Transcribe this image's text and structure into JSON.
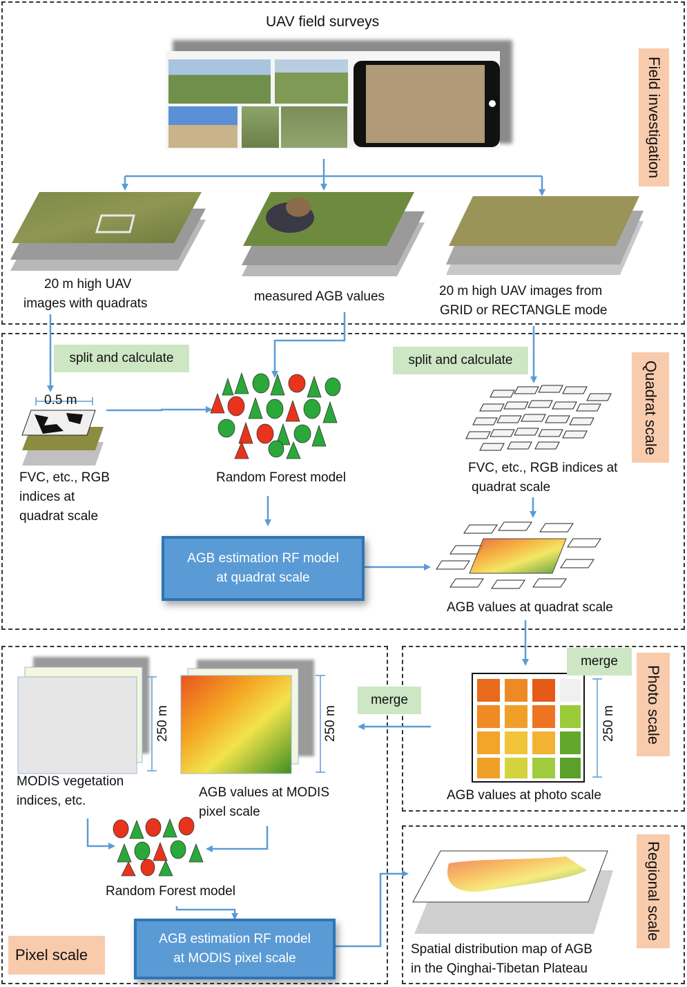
{
  "title": "UAV field surveys",
  "panels": {
    "field_investigation": "Field investigation",
    "quadrat_scale": "Quadrat scale",
    "photo_scale": "Photo scale",
    "regional_scale": "Regional scale",
    "pixel_scale": "Pixel scale"
  },
  "layers": {
    "uav_quadrats_line1": "20 m  high UAV",
    "uav_quadrats_line2": "images with quadrats",
    "measured_agb": "measured AGB values",
    "uav_grid_line1": "20 m high UAV images from",
    "uav_grid_line2": "GRID or RECTANGLE mode"
  },
  "steps": {
    "split_left": "split and calculate",
    "split_right": "split and calculate",
    "merge_photo": "merge",
    "merge_pixel": "merge"
  },
  "quadrat": {
    "scale_bar": "0.5 m",
    "fvc_left_line1": "FVC, etc., RGB",
    "fvc_left_line2": "indices at",
    "fvc_left_line3": "quadrat scale",
    "rf_model": "Random Forest model",
    "fvc_right_line1": "FVC, etc., RGB indices at",
    "fvc_right_line2": "quadrat scale",
    "estimation_line1": "AGB  estimation RF model",
    "estimation_line2": "at quadrat scale",
    "agb_values": "AGB values at quadrat scale"
  },
  "photo": {
    "scale_label": "250 m",
    "agb_values": "AGB values at photo scale"
  },
  "pixel": {
    "modis_scale": "250 m",
    "agb_scale": "250 m",
    "modis_line1": "MODIS vegetation",
    "modis_line2": "indices, etc.",
    "agb_line1": "AGB values at MODIS",
    "agb_line2": "pixel scale",
    "rf_model": "Random Forest model",
    "estimation_line1": "AGB  estimation RF model",
    "estimation_line2": "at MODIS pixel scale"
  },
  "regional": {
    "map_line1": "Spatial distribution map of AGB",
    "map_line2": "in the Qinghai-Tibetan Plateau"
  },
  "colors": {
    "arrow": "#5b9bd5",
    "green_label": "#cde6c4",
    "peach_label": "#f8cbad",
    "blue_box": "#5b9bd5"
  }
}
